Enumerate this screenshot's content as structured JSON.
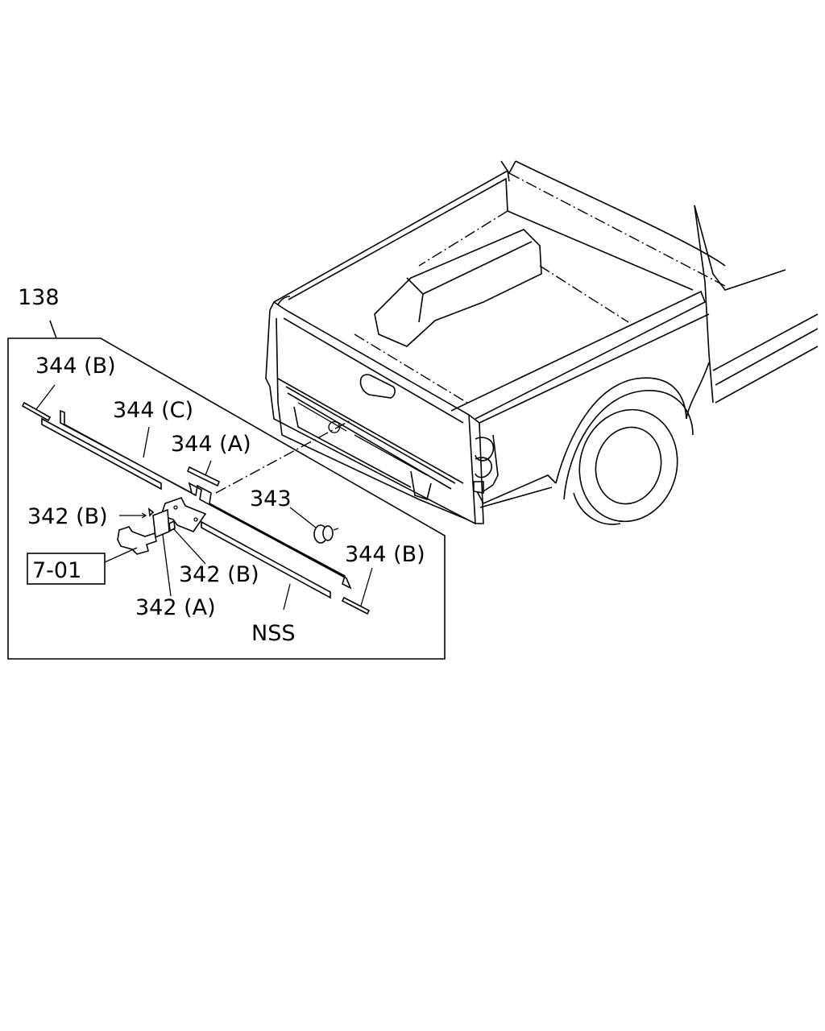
{
  "diagram": {
    "callouts": {
      "group": "138",
      "l344b_top": "344 (B)",
      "l344c": "344 (C)",
      "l344a": "344 (A)",
      "l343": "343",
      "l342b_left": "342 (B)",
      "l342b_mid": "342 (B)",
      "l342a": "342 (A)",
      "l344b_right": "344 (B)",
      "nss": "NSS",
      "ref_box": "7-01"
    }
  }
}
